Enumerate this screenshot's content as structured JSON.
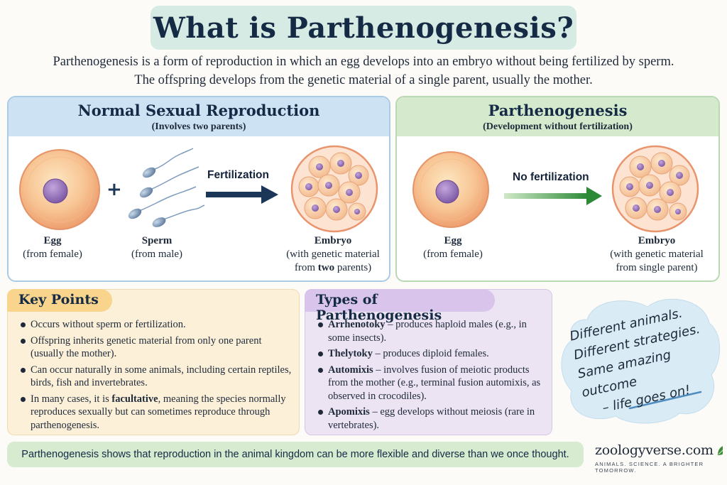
{
  "title": "What is Parthenogenesis?",
  "intro": {
    "line1": "Parthenogenesis is a form of reproduction in which an egg develops into an embryo without being fertilized by sperm.",
    "line2": "The offspring develops from the genetic material of a single parent, usually the mother."
  },
  "normal": {
    "title": "Normal Sexual Reproduction",
    "subtitle": "(Involves two parents)",
    "arrow_label": "Fertilization",
    "egg": {
      "name": "Egg",
      "desc": "(from female)"
    },
    "plus": "+",
    "sperm": {
      "name": "Sperm",
      "desc": "(from male)"
    },
    "embryo": {
      "name": "Embryo",
      "desc1": "(with genetic material",
      "desc2_pre": "from ",
      "desc2_bold": "two",
      "desc2_post": " parents)"
    }
  },
  "parth": {
    "title": "Parthenogenesis",
    "subtitle": "(Development without fertilization)",
    "arrow_label": "No fertilization",
    "egg": {
      "name": "Egg",
      "desc": "(from female)"
    },
    "embryo": {
      "name": "Embryo",
      "desc1": "(with genetic material",
      "desc2": "from single parent)"
    }
  },
  "key_points": {
    "heading": "Key Points",
    "items": [
      {
        "text": "Occurs without sperm or fertilization."
      },
      {
        "text": "Offspring inherits genetic material from only one parent (usually the mother)."
      },
      {
        "text": "Can occur naturally in some animals, including certain reptiles, birds, fish and invertebrates."
      },
      {
        "pre": "In many cases, it is ",
        "bold": "facultative",
        "post": ", meaning the species normally reproduces sexually but can sometimes reproduce through parthenogenesis."
      }
    ]
  },
  "types": {
    "heading": "Types of Parthenogenesis",
    "items": [
      {
        "term": "Arrhenotoky",
        "desc": " – produces haploid males (e.g., in some insects)."
      },
      {
        "term": "Thelytoky",
        "desc": " – produces diploid females."
      },
      {
        "term": "Automixis",
        "desc": " – involves fusion of meiotic products from the mother (e.g., terminal fusion automixis, as observed in crocodiles)."
      },
      {
        "term": "Apomixis",
        "desc": " – egg develops without meiosis (rare in vertebrates)."
      }
    ]
  },
  "cloud": {
    "line1": "Different animals.",
    "line2": "Different strategies.",
    "line3": "Same amazing outcome",
    "line4": "– life goes on!"
  },
  "footer": "Parthenogenesis shows that reproduction in the animal kingdom can be more flexible and diverse than we once thought.",
  "brand": {
    "name": "zoologyverse.com",
    "tagline": "ANIMALS. SCIENCE. A BRIGHTER TOMORROW."
  },
  "colors": {
    "title_bg": "#d5ebe4",
    "normal_head": "#cde2f3",
    "parth_head": "#d5eacd",
    "key_bg": "#fdf0d8",
    "types_bg": "#ece3f3",
    "cloud": "#d9ecf6",
    "arrow_navy": "#1c3658",
    "arrow_green": "#2c8a37"
  }
}
